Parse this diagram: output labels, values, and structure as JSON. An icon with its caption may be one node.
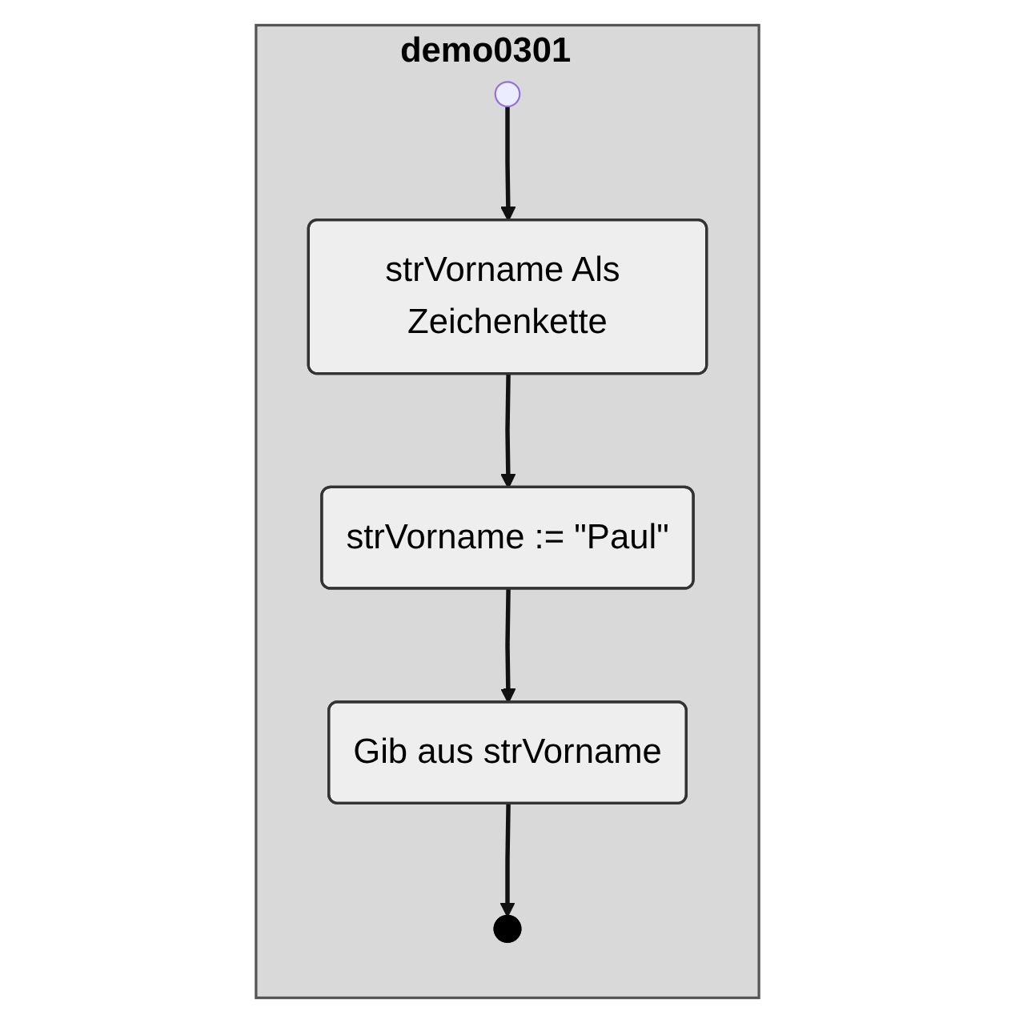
{
  "diagram": {
    "nodes": [
      {
        "text": [
          "demo0301"
        ]
      },
      {
        "text": [],
        "shape": "circle",
        "in": 0
      },
      {
        "text": [
          "strVorname Als Zeichenkette"
        ],
        "in": 0
      },
      {
        "text": [
          "strVorname := \"Paul\""
        ],
        "in": 0
      },
      {
        "text": [
          "Gib aus strVorname"
        ],
        "in": 0
      },
      {
        "text": [],
        "shape": "circle",
        "in": 0
      }
    ],
    "edges": [
      {
        "from": 1,
        "to": 2,
        "arrow": "to"
      },
      {
        "from": 2,
        "to": 3,
        "arrow": "to"
      },
      {
        "from": 3,
        "to": 4,
        "arrow": "to"
      },
      {
        "from": 4,
        "to": 5,
        "arrow": "to"
      }
    ]
  }
}
